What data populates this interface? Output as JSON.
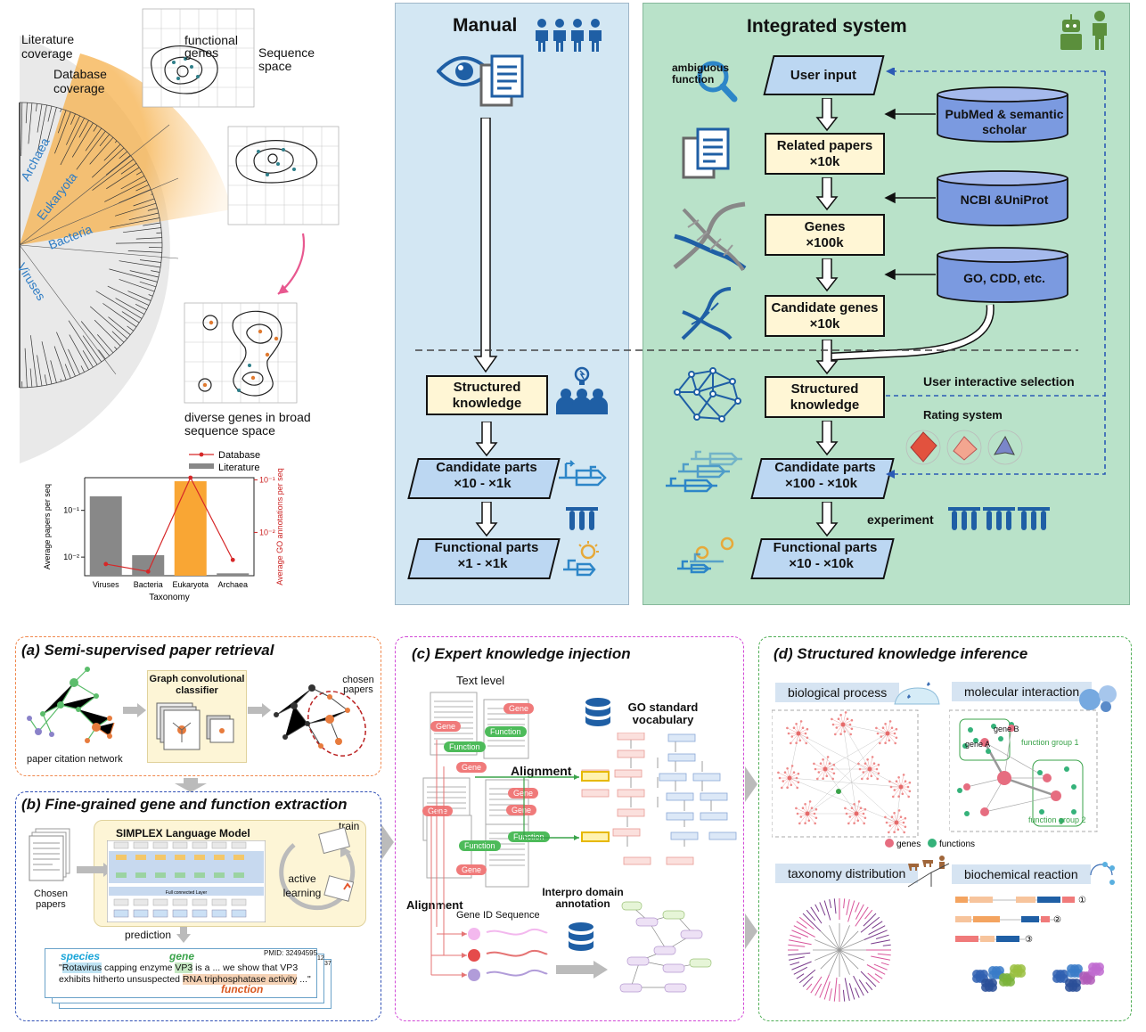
{
  "top_left": {
    "literature_coverage": "Literature coverage",
    "database_coverage": "Database coverage",
    "functional_genes": "functional genes",
    "sequence_space": "Sequence space",
    "domains": [
      "Archaea",
      "Eukaryota",
      "Bacteria",
      "Viruses"
    ],
    "diverse_genes": "diverse genes in broad sequence space"
  },
  "chart_data": {
    "type": "bar",
    "categories": [
      "Viruses",
      "Bacteria",
      "Eukaryota",
      "Archaea"
    ],
    "series": [
      {
        "name": "Literature",
        "kind": "bar",
        "axis": "left",
        "color": "#888888",
        "highlight_color": "#f9a634",
        "values": [
          0.2,
          0.011,
          0.42,
          0.0045
        ]
      },
      {
        "name": "Database",
        "kind": "line",
        "axis": "right",
        "color": "#d62728",
        "values": [
          0.0025,
          0.0018,
          0.11,
          0.003
        ]
      }
    ],
    "xlabel": "Taxonomy",
    "ylabel": "Average papers per seq",
    "y2label": "Average GO annotations per seq",
    "yticks": [
      "10⁻¹",
      "10⁻²"
    ],
    "y2ticks": [
      "10⁻¹",
      "10⁻²"
    ],
    "yscale": "log",
    "ylim": [
      0.004,
      0.5
    ],
    "y2lim": [
      0.0015,
      0.11
    ],
    "legend_position": "top"
  },
  "manual": {
    "title": "Manual",
    "structured": "Structured knowledge",
    "candidate": "Candidate parts",
    "candidate_count": "×10 - ×1k",
    "functional": "Functional parts",
    "functional_count": "×1 - ×1k"
  },
  "integrated": {
    "title": "Integrated system",
    "ambiguous": "ambiguous function",
    "user_input": "User input",
    "related": "Related papers",
    "related_count": "×10k",
    "genes": "Genes",
    "genes_count": "×100k",
    "candidate_genes": "Candidate genes",
    "candidate_genes_count": "×10k",
    "structured": "Structured knowledge",
    "candidate": "Candidate parts",
    "candidate_count": "×100 - ×10k",
    "functional": "Functional parts",
    "functional_count": "×10 - ×10k",
    "db1": "PubMed & semantic scholar",
    "db2": "NCBI &UniProt",
    "db3": "GO, CDD, etc.",
    "user_selection": "User interactive selection",
    "rating": "Rating system",
    "experiment": "experiment"
  },
  "panel_a": {
    "title": "(a) Semi-supervised paper retrieval",
    "network": "paper citation network",
    "classifier": "Graph convolutional classifier",
    "chosen": "chosen papers"
  },
  "panel_b": {
    "title": "(b) Fine-grained gene and function extraction",
    "model": "SIMPLEX Language Model",
    "train": "train",
    "active": "active learning",
    "chosen": "Chosen papers",
    "prediction": "prediction",
    "layer": "Full connected Layer",
    "pmid": "PMID: 32494595",
    "species_tag": "species",
    "gene_tag": "gene",
    "function_tag": "function",
    "text1": "\"",
    "species": "Rotavirus",
    "text2": " capping enzyme ",
    "gene": "VP3",
    "text3": " is a ... we show that VP3",
    "text4": "exhibits hitherto unsuspected ",
    "function": "RNA triphosphatase activity",
    "text5": " ...\"",
    "page_nums": [
      "12",
      "37"
    ]
  },
  "panel_c": {
    "title": "(c) Expert knowledge injection",
    "text_level": "Text level",
    "go_vocab": "GO standard vocabulary",
    "alignment1": "Alignment",
    "alignment2": "Alignment",
    "gene_id": "Gene ID Sequence",
    "interpro": "Interpro domain annotation",
    "gene_tag": "Gene",
    "function_tag": "Function"
  },
  "panel_d": {
    "title": "(d) Structured knowledge inference",
    "bio_process": "biological process",
    "mol_interaction": "molecular interaction",
    "gene_b": "gene B",
    "gene_a": "gene A",
    "group1": "function group 1",
    "group2": "function group 2",
    "genes": "genes",
    "functions": "functions",
    "taxonomy": "taxonomy distribution",
    "biochem": "biochemical reaction",
    "circled": [
      "①",
      "②",
      "③"
    ]
  }
}
